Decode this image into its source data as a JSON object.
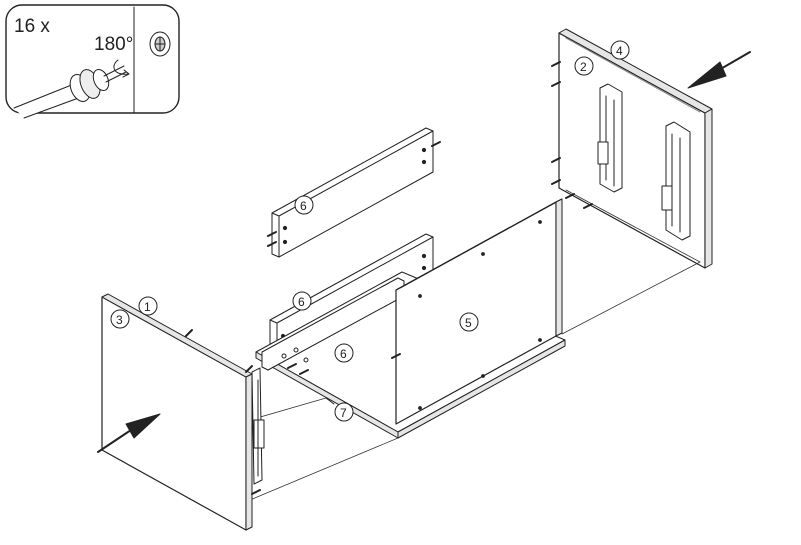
{
  "inset": {
    "quantity": "16 x",
    "rotation": "180°"
  },
  "callouts": {
    "right_outer": "4",
    "right_inner": "2",
    "left_outer": "1",
    "left_inner": "3",
    "top_rail": "6",
    "mid_rail": "6",
    "bottom_rail": "6",
    "back_panel": "5",
    "bottom_board": "7"
  },
  "colors": {
    "line": "#222222",
    "panel_fill": "#ffffff",
    "edge_fill": "#e6e6e6"
  }
}
